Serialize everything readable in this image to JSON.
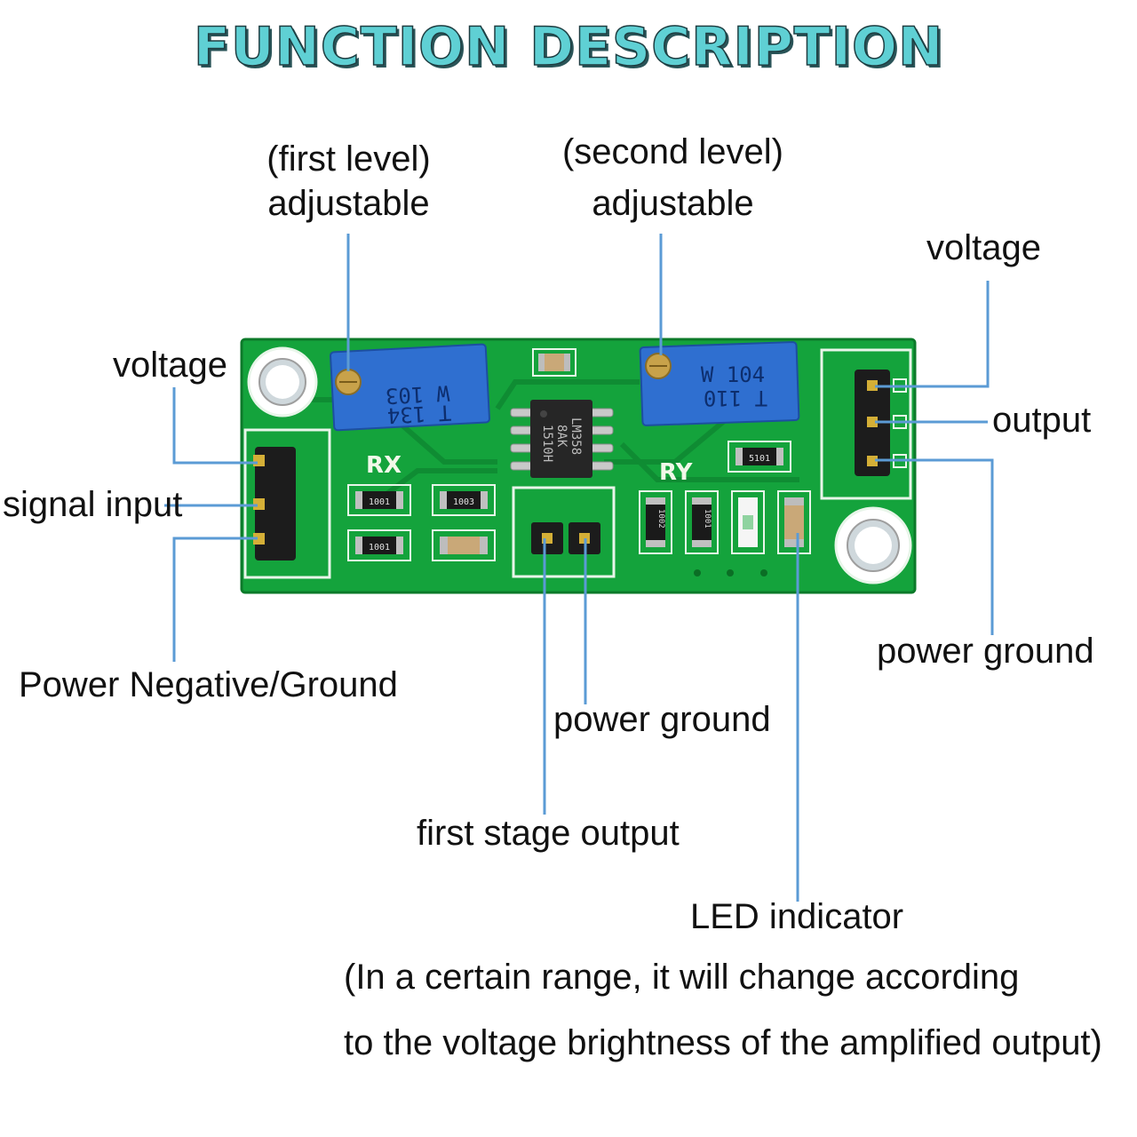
{
  "title": "FUNCTION DESCRIPTION",
  "labels": {
    "first_level_line1": "(first level)",
    "first_level_line2": "adjustable",
    "second_level_line1": "(second level)",
    "second_level_line2": "adjustable",
    "voltage_right": "voltage",
    "voltage_left": "voltage",
    "output": "output",
    "signal_input": "signal input",
    "power_negative_ground": "Power Negative/Ground",
    "power_ground_right": "power ground",
    "power_ground_mid": "power ground",
    "first_stage_output": "first stage output",
    "led_indicator": "LED indicator",
    "note_line1": "(In a certain range, it will change according",
    "note_line2": "to the voltage brightness of the amplified output)"
  },
  "board": {
    "silk_rx": "RX",
    "silk_ry": "RY",
    "pot1_code_a": "W 103",
    "pot1_code_b": "T 134",
    "pot2_code_a": "W 104",
    "pot2_code_b": "T 110",
    "ic_marking": "LM358",
    "ic_marking2": "8AK",
    "ic_marking3": "1510H",
    "smd_1001": "1001",
    "smd_1003": "1003",
    "smd_1002": "1002",
    "smd_5101": "5101"
  },
  "colors": {
    "pcb_green": "#14a33c",
    "pot_blue": "#2f6fd0",
    "leader_line": "#5b9bd5"
  }
}
